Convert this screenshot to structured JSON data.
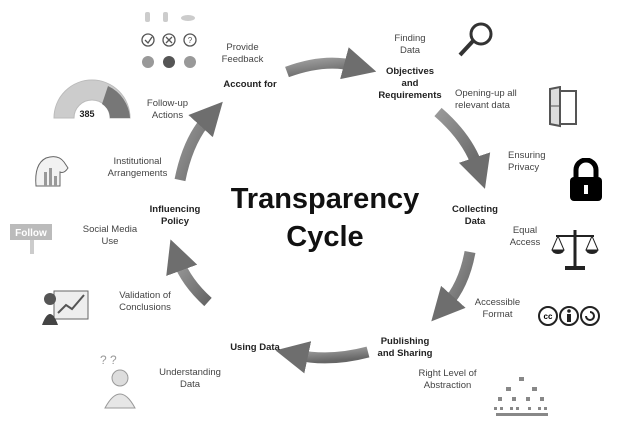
{
  "title": {
    "line1": "Transparency",
    "line2": "Cycle"
  },
  "stages": {
    "objectives": {
      "line1": "Objectives",
      "line2": "and",
      "line3": "Requirements"
    },
    "collecting": {
      "line1": "Collecting",
      "line2": "Data"
    },
    "publishing": {
      "line1": "Publishing",
      "line2": "and Sharing"
    },
    "using": "Using Data",
    "influencing": {
      "line1": "Influencing",
      "line2": "Policy"
    },
    "account": "Account for"
  },
  "activities": {
    "finding": {
      "line1": "Finding",
      "line2": "Data"
    },
    "opening": {
      "line1": "Opening-up all",
      "line2": "relevant data"
    },
    "privacy": {
      "line1": "Ensuring",
      "line2": "Privacy"
    },
    "equal": {
      "line1": "Equal",
      "line2": "Access"
    },
    "accessible": {
      "line1": "Accessible",
      "line2": "Format"
    },
    "abstraction": {
      "line1": "Right Level of",
      "line2": "Abstraction"
    },
    "understanding": {
      "line1": "Understanding",
      "line2": "Data"
    },
    "validation": {
      "line1": "Validation of",
      "line2": "Conclusions"
    },
    "social": {
      "line1": "Social Media",
      "line2": "Use"
    },
    "institutional": {
      "line1": "Institutional",
      "line2": "Arrangements"
    },
    "followup": {
      "line1": "Follow-up",
      "line2": "Actions"
    },
    "feedback": {
      "line1": "Provide",
      "line2": "Feedback"
    }
  },
  "icons": {
    "parliament_count": "385",
    "follow_sign": "Follow",
    "cc_label": "cc"
  },
  "colors": {
    "arrow": "#777777",
    "text": "#444444"
  }
}
